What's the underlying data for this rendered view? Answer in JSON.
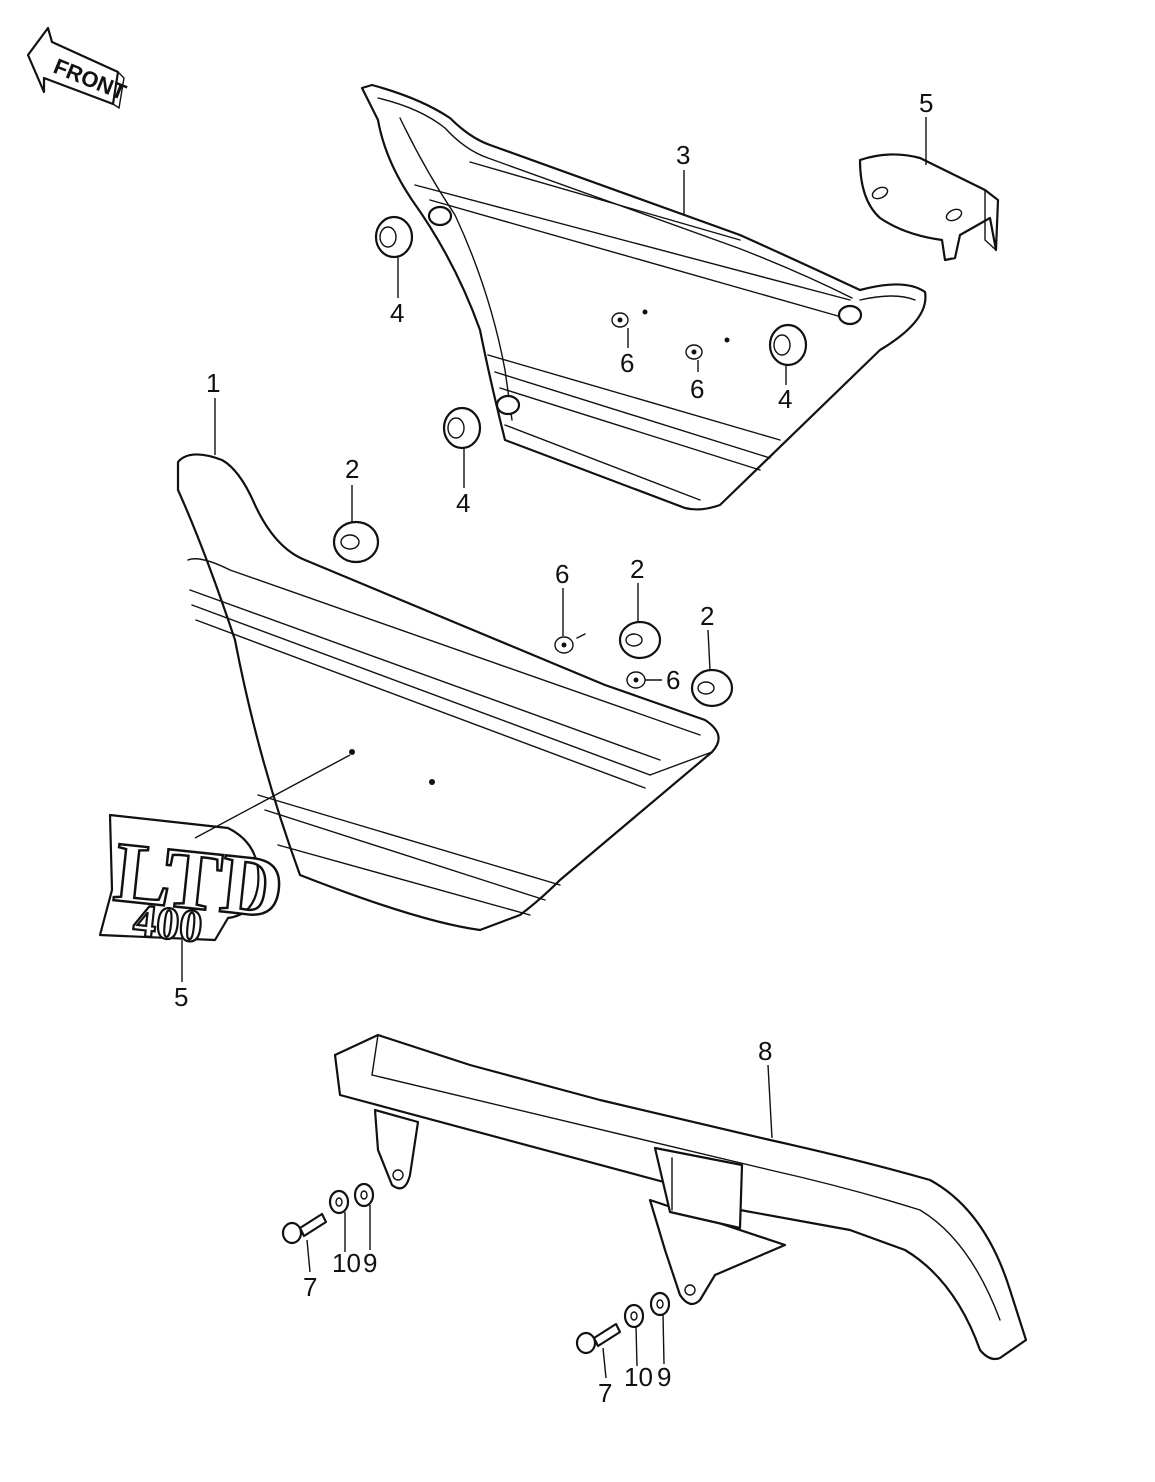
{
  "front_arrow": {
    "label": "FRONT"
  },
  "emblem": {
    "line1": "LTD",
    "line2": "400"
  },
  "callouts": {
    "c1": "1",
    "c2a": "2",
    "c2b": "2",
    "c2c": "2",
    "c3": "3",
    "c4a": "4",
    "c4b": "4",
    "c4c": "4",
    "c5a": "5",
    "c5b": "5",
    "c6a": "6",
    "c6b": "6",
    "c6c": "6",
    "c6d": "6",
    "c7a": "7",
    "c7b": "7",
    "c8": "8",
    "c9a": "9",
    "c9b": "9",
    "c10a": "10",
    "c10b": "10"
  }
}
